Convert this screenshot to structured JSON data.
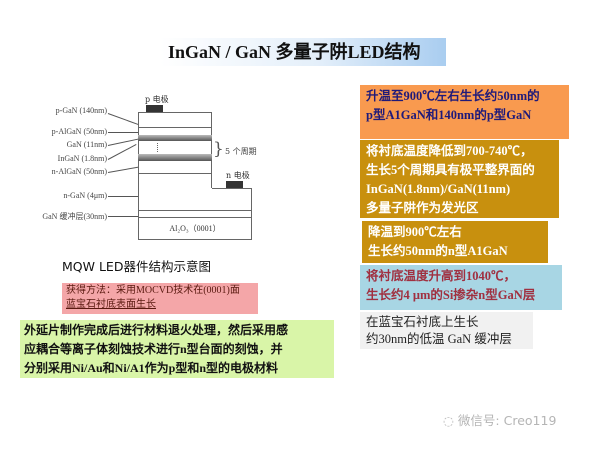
{
  "title": "InGaN / GaN 多量子阱LED结构",
  "diagram": {
    "labels": [
      "p-GaN (140nm)",
      "p-AlGaN (50nm)",
      "GaN (11nm)",
      "InGaN (1.8nm)",
      "n-AlGaN (50nm)",
      "n-GaN (4μm)",
      "GaN 缓冲层(30nm)"
    ],
    "p_electrode": "p 电极",
    "n_electrode": "n 电极",
    "periods": "5 个周期",
    "substrate": "Al₂O₃（0001）",
    "caption": "MQW LED器件结构示意图"
  },
  "method_box": {
    "line1": "获得方法：采用MOCVD技术在(0001)面",
    "line2": "蓝宝石衬底表面生长",
    "color": "#f4a6a8"
  },
  "process_box": {
    "lines": [
      "外延片制作完成后进行材料退火处理，然后采用感",
      "应耦合等离子体刻蚀技术进行n型台面的刻蚀，并",
      "分别采用Ni/Au和Ni/A1作为p型和n型的电极材料"
    ],
    "color": "#d9f5a8"
  },
  "steps": [
    {
      "lines": [
        "升温至900℃左右生长约50nm的",
        "p型A1GaN和140nm的p型GaN"
      ],
      "color": "#f99a4f",
      "text_color": "#1f1a7a"
    },
    {
      "lines": [
        "将衬底温度降低到700-740℃，",
        "生长5个周期具有极平整界面的",
        "InGaN(1.8nm)/GaN(11nm)",
        "多量子阱作为发光区"
      ],
      "color": "#c8900e",
      "text_color": "#ffffff"
    },
    {
      "lines": [
        "降温到900℃左右",
        "生长约50nm的n型A1GaN"
      ],
      "color": "#c8900e",
      "text_color": "#ffffff"
    },
    {
      "lines": [
        "将衬底温度升高到1040℃，",
        "生长约4 μm的Si掺杂n型GaN层"
      ],
      "color": "#a8d6e4",
      "text_color": "#a03040"
    },
    {
      "lines": [
        "在蓝宝石衬底上生长",
        "约30nm的低温 GaN 缓冲层"
      ],
      "color": "#f1f1f1",
      "text_color": "#222222"
    }
  ],
  "watermark": "微信号: Creo119"
}
